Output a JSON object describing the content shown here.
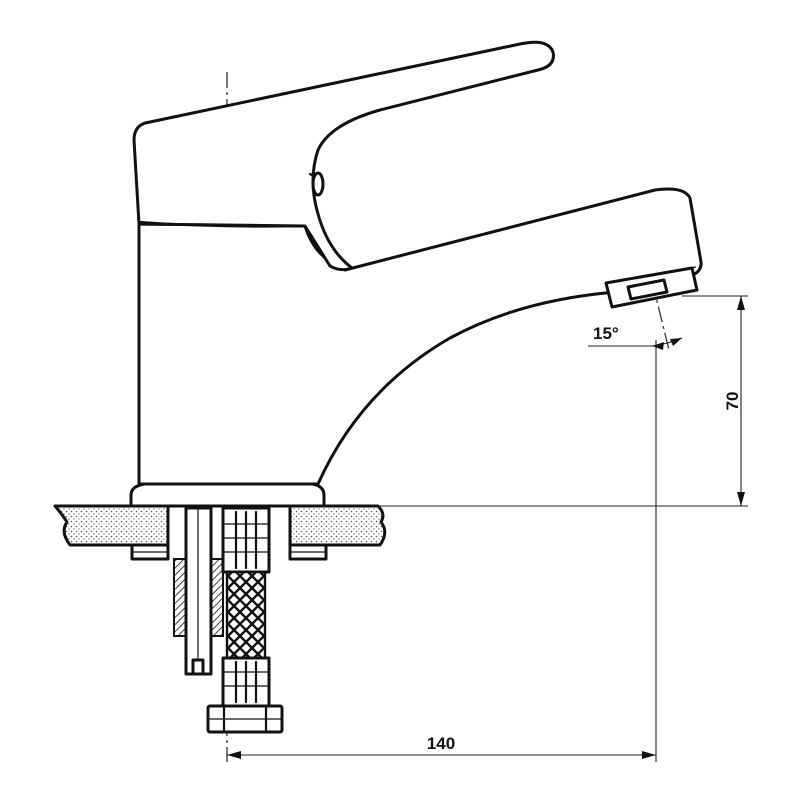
{
  "dimensions": {
    "spout_angle": "15°",
    "height": "70",
    "reach": "140"
  },
  "colors": {
    "line": "#111111",
    "background": "#ffffff"
  }
}
